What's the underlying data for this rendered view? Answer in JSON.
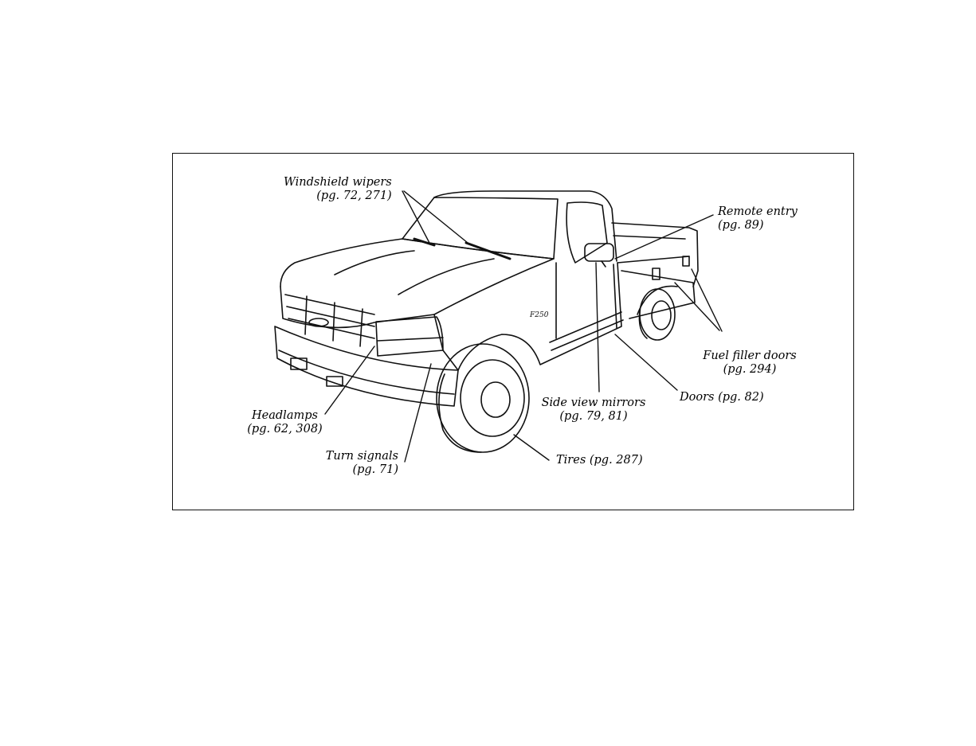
{
  "callouts": {
    "windshield_wipers": {
      "name": "Windshield wipers",
      "page": "(pg. 72, 271)"
    },
    "remote_entry": {
      "name": "Remote entry",
      "page": "(pg. 89)"
    },
    "fuel_filler_doors": {
      "name": "Fuel filler doors",
      "page": "(pg. 294)"
    },
    "doors": {
      "name": "Doors (pg. 82)"
    },
    "side_view_mirrors": {
      "name": "Side view mirrors",
      "page": "(pg. 79, 81)"
    },
    "headlamps": {
      "name": "Headlamps",
      "page": "(pg. 62, 308)"
    },
    "turn_signals": {
      "name": "Turn signals",
      "page": "(pg. 71)"
    },
    "tires": {
      "name": "Tires (pg. 287)"
    }
  },
  "badge": "F250",
  "colors": {
    "line": "#111111",
    "background": "#ffffff"
  }
}
